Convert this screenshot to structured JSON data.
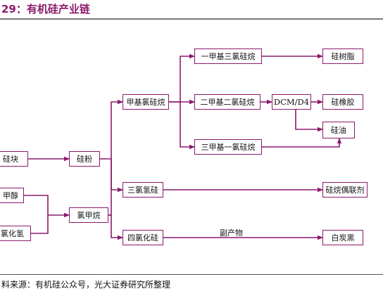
{
  "title": "29：有机硅产业链",
  "source": "料来源：有机硅公众号，光大证券研究所整理",
  "colors": {
    "accent": "#8b1a6e",
    "text": "#111111"
  },
  "nodes": {
    "silicon_block": "硅块",
    "silicon_powder": "硅粉",
    "methanol": "甲醇",
    "hydrogen_chloride": "氯化氢",
    "methyl_chloride": "氯甲烷",
    "methyl_chlorosilane": "甲基氯硅烷",
    "trichlorosilane": "三氯氢硅",
    "silicon_tetrachloride": "四氯化硅",
    "methyl_trichlorosilane": "一甲基三氯硅烷",
    "dimethyl_dichlorosilane": "二甲基二氯硅烷",
    "trimethyl_chlorosilane": "三甲基一氯硅烷",
    "dcm_d4": "DCM/D4",
    "silicone_resin": "硅树脂",
    "silicone_rubber": "硅橡胶",
    "silicone_oil": "硅油",
    "silane_coupling_agent": "硅烷偶联剂",
    "white_carbon_black": "白炭黑"
  },
  "edge_labels": {
    "byproduct": "副产物"
  }
}
